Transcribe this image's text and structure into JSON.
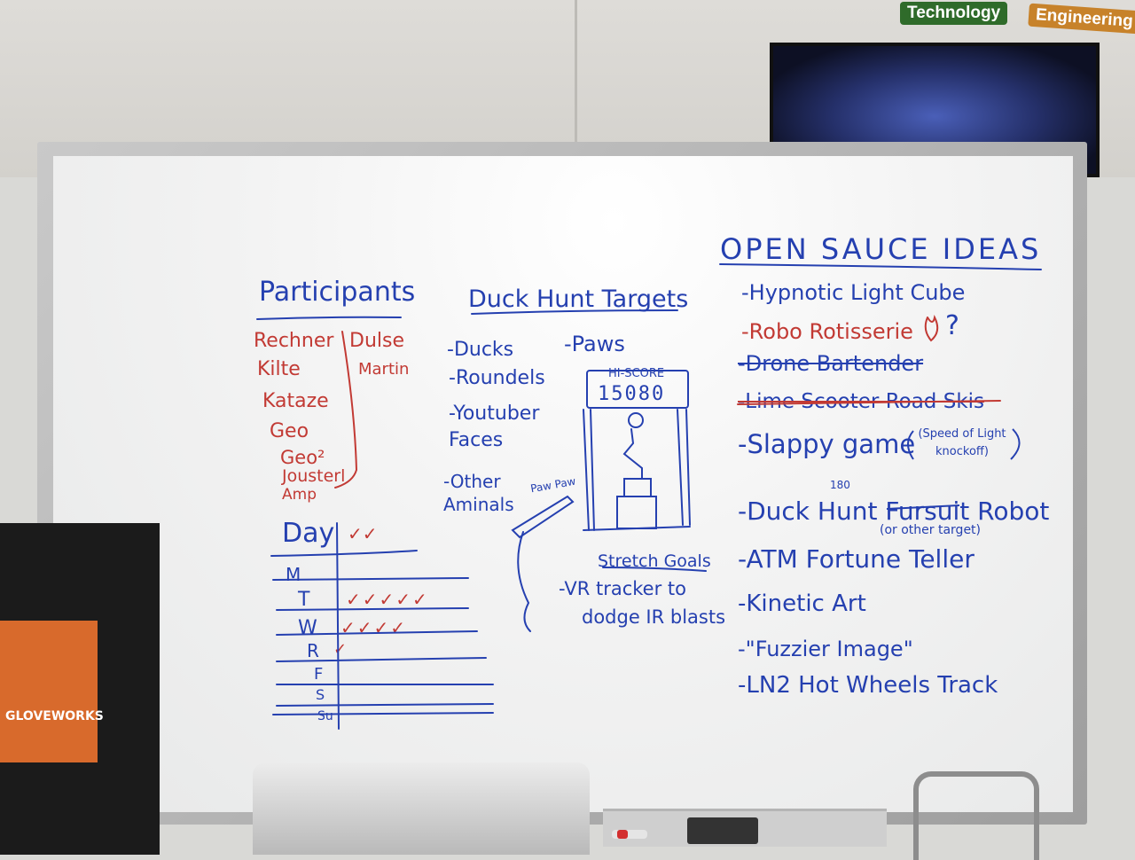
{
  "signs": {
    "technology": "Technology",
    "engineering": "Engineering"
  },
  "box_label": "GLOVEWORKS",
  "participants": {
    "heading": "Participants",
    "left_names": [
      "Rechner",
      "Kilte",
      "Kataze",
      "Geo",
      "Geo²",
      "Jousterl",
      "Amp"
    ],
    "right_names": [
      "Dulse",
      "Martin"
    ]
  },
  "days": {
    "heading": "Day",
    "rows": [
      {
        "day": "M",
        "marks": ""
      },
      {
        "day": "T",
        "marks": "✓✓✓✓✓"
      },
      {
        "day": "W",
        "marks": "✓✓✓✓"
      },
      {
        "day": "R",
        "marks": "✓"
      },
      {
        "day": "F",
        "marks": ""
      },
      {
        "day": "S",
        "marks": ""
      },
      {
        "day": "Su",
        "marks": ""
      }
    ]
  },
  "duck_hunt": {
    "heading": "Duck Hunt Targets",
    "items": [
      "-Ducks",
      "-Roundels",
      "-Youtuber Faces",
      "-Other Aminals"
    ],
    "paws": "-Paws",
    "hi_score_label": "HI-SCORE",
    "hi_score_value": "15080",
    "paw_paw": "Paw Paw"
  },
  "stretch": {
    "heading": "Stretch Goals",
    "line1": "-VR tracker to",
    "line2": "dodge IR blasts"
  },
  "ideas": {
    "heading": "OPEN SAUCE IDEAS",
    "items": [
      {
        "text": "-Hypnotic Light Cube",
        "style": "blue"
      },
      {
        "text": "-Robo Rotisserie",
        "style": "red",
        "suffix": "?"
      },
      {
        "text": "-Drone Bartender",
        "style": "blue-strike"
      },
      {
        "text": "-Lime Scooter Road Skis",
        "style": "blue-strike"
      },
      {
        "text": "-Slappy game",
        "style": "blue",
        "note": "(Speed of Light knockoff)"
      },
      {
        "text": "-Duck Hunt Fursuit Robot",
        "style": "blue",
        "note": "(or other target)",
        "above": "180"
      },
      {
        "text": "-ATM Fortune Teller",
        "style": "blue"
      },
      {
        "text": "-Kinetic Art",
        "style": "blue"
      },
      {
        "text": "-\"Fuzzier Image\"",
        "style": "blue"
      },
      {
        "text": "-LN2 Hot Wheels Track",
        "style": "blue"
      }
    ]
  }
}
